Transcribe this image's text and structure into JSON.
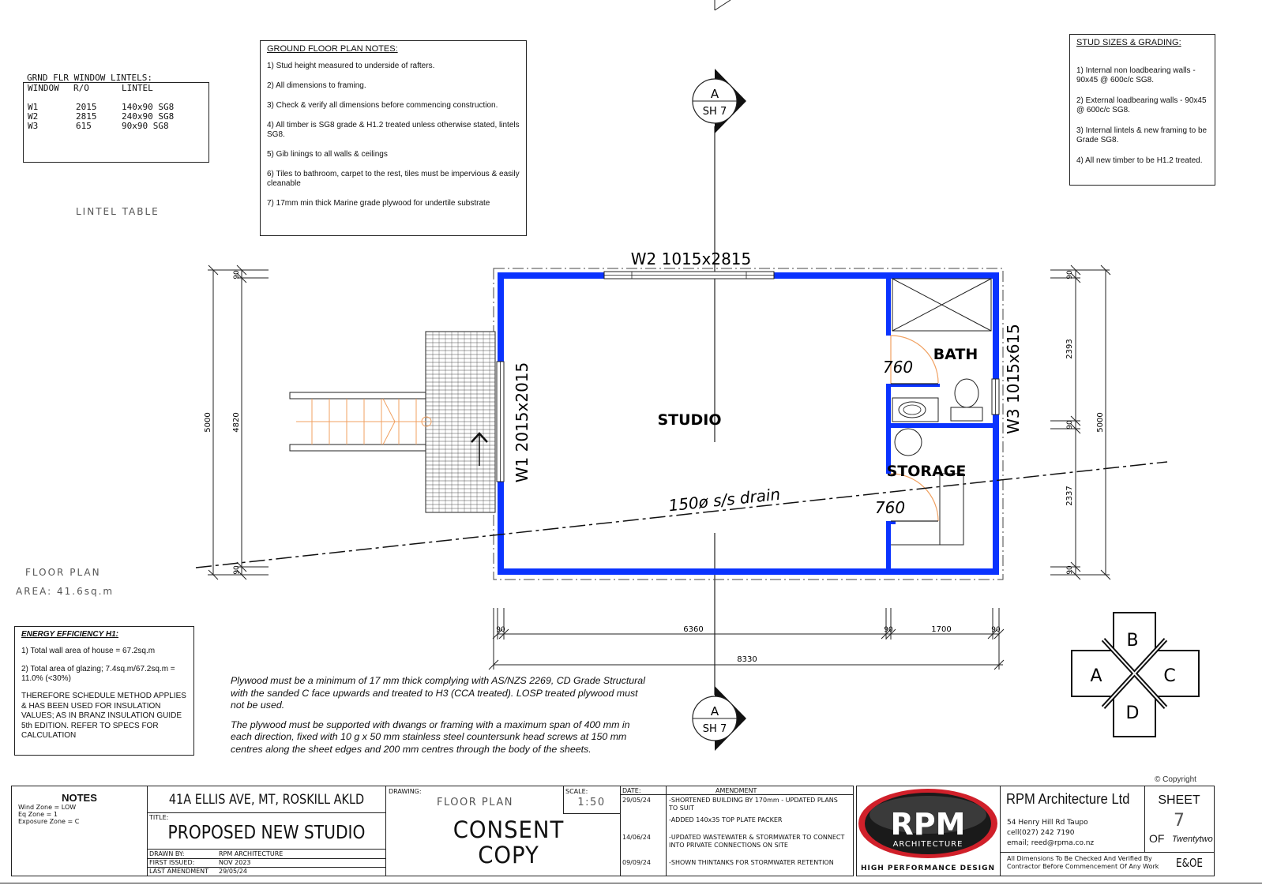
{
  "lintel_table": {
    "heading": "GRND FLR WINDOW LINTELS:",
    "columns": [
      "WINDOW",
      "R/O",
      "LINTEL"
    ],
    "rows": [
      {
        "window": "W1",
        "ro": "2015",
        "lintel": "140x90 SG8"
      },
      {
        "window": "W2",
        "ro": "2815",
        "lintel": "240x90 SG8"
      },
      {
        "window": "W3",
        "ro": "615",
        "lintel": "90x90 SG8"
      }
    ],
    "caption": "LINTEL TABLE"
  },
  "ground_notes": {
    "heading": "GROUND FLOOR PLAN NOTES:",
    "items": [
      "1)    Stud height measured to underside of rafters.",
      "2)    All dimensions to framing.",
      "3)    Check & verify all dimensions before commencing construction.",
      "4)    All timber is SG8 grade & H1.2 treated unless otherwise stated, lintels SG8.",
      "5)    Gib linings to all walls & ceilings",
      "6)    Tiles to bathroom, carpet to the rest, tiles must be impervious & easily cleanable",
      "7)    17mm min thick Marine grade plywood for undertile substrate"
    ]
  },
  "stud_sizes": {
    "heading": "STUD SIZES & GRADING:",
    "items": [
      "1)    Internal non loadbearing walls - 90x45 @ 600c/c SG8.",
      "2)    External loadbearing walls - 90x45 @ 600c/c SG8.",
      "3)    Internal lintels & new framing to be Grade SG8.",
      "4)    All new timber to be H1.2 treated."
    ]
  },
  "plan": {
    "room_studio": "STUDIO",
    "room_bath": "BATH",
    "room_storage": "STORAGE",
    "w1_label": "W1 2015x2015",
    "w2_label": "W2 1015x2815",
    "w3_label": "W3 1015x615",
    "door_bath": "760",
    "door_storage": "760",
    "drain_label": "150ø s/s drain",
    "section_letter": "A",
    "section_sheet": "SH 7",
    "floor_plan_label": "FLOOR PLAN",
    "area_label": "AREA: 41.6sq.m",
    "dim_left_overall": "5000",
    "dim_left_inner": "4820",
    "dim_left_90_top": "90",
    "dim_left_90_bottom": "90",
    "dim_right_overall": "5000",
    "dim_right_top": "2393",
    "dim_right_bottom": "2337",
    "dim_right_90_a": "90",
    "dim_right_90_b": "90",
    "dim_right_90_c": "90",
    "dim_bottom_studio": "6360",
    "dim_bottom_bath": "1700",
    "dim_bottom_overall": "8330",
    "dim_bottom_90_a": "90",
    "dim_bottom_90_b": "90",
    "dim_bottom_90_c": "90"
  },
  "compass": {
    "top": "B",
    "left": "A",
    "right": "C",
    "bottom": "D"
  },
  "energy": {
    "heading": "ENERGY EFFICIENCY H1:",
    "item1": "1)    Total wall area of house = 67.2sq.m",
    "item2": "2)    Total area of glazing; 7.4sq.m/67.2sq.m = 11.0% (<30%)",
    "body": "THEREFORE SCHEDULE METHOD APPLIES & HAS BEEN USED FOR INSULATION VALUES; AS IN BRANZ INSULATION GUIDE 5th EDITION. REFER TO SPECS FOR CALCULATION"
  },
  "plywood": {
    "para1": "Plywood must be a minimum of 17 mm thick complying with AS/NZS 2269, CD Grade Structural with the sanded C face upwards and treated to H3 (CCA treated). LOSP treated plywood must not be used.",
    "para2": "The plywood must be supported with dwangs or framing with a maximum span of 400 mm in each direction, fixed with 10 g x 50 mm stainless steel countersunk head screws at 150 mm centres along the sheet edges and 200 mm centres through the body of the sheets."
  },
  "title_block": {
    "notes_heading": "NOTES",
    "notes_lines": [
      "Wind Zone = LOW",
      "Eq Zone = 1",
      "Exposure Zone = C"
    ],
    "address": "41A ELLIS AVE, MT, ROSKILL AKLD",
    "title_label": "TITLE:",
    "title": "PROPOSED NEW STUDIO",
    "drawn_by_label": "DRAWN BY:",
    "drawn_by": "RPM ARCHITECTURE",
    "first_issued_label": "FIRST ISSUED:",
    "first_issued": "NOV 2023",
    "last_amendment_label": "LAST AMENDMENT",
    "last_amendment": "29/05/24",
    "drawing_label": "DRAWING:",
    "drawing": "FLOOR PLAN",
    "scale_label": "SCALE:",
    "scale": "1:50",
    "consent_line1": "CONSENT",
    "consent_line2": "COPY",
    "date_label": "DATE:",
    "amendment_label": "AMENDMENT",
    "amendments": [
      {
        "date": "29/05/24",
        "text": "-SHORTENED BUILDING BY 170mm - UPDATED PLANS TO SUIT"
      },
      {
        "date": "",
        "text": "-ADDED 140x35 TOP PLATE PACKER"
      },
      {
        "date": "14/06/24",
        "text": "-UPDATED WASTEWATER & STORMWATER TO CONNECT INTO PRIVATE CONNECTIONS ON SITE"
      },
      {
        "date": "09/09/24",
        "text": "-SHOWN THINTANKS FOR STORMWATER RETENTION"
      }
    ],
    "logo_text": "RPM",
    "logo_sub": "ARCHITECTURE",
    "tagline": "HIGH PERFORMANCE DESIGN",
    "company": "RPM Architecture Ltd",
    "address_line": "54 Henry Hill Rd Taupo",
    "cell": "cell(027) 242 7190",
    "email": "email; reed@rpma.co.nz",
    "disclaimer": "All Dimensions To Be Checked And Verified By Contractor Before Commencement Of Any Work",
    "eoe": "E&OE",
    "copyright": "© Copyright",
    "sheet_label": "SHEET",
    "sheet_number": "7",
    "sheet_of": "OF",
    "sheet_total": "Twentytwo"
  },
  "colors": {
    "wall": "#0a33ff",
    "stair": "#f0a060",
    "line": "#222222",
    "logo_red": "#d0202a"
  }
}
